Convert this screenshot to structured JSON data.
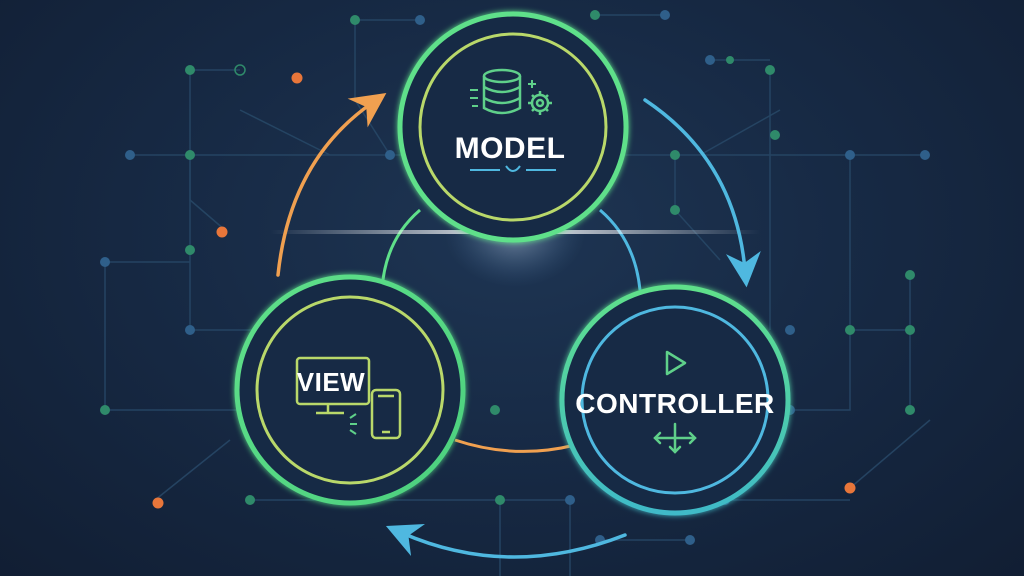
{
  "diagram": {
    "nodes": {
      "model": {
        "label": "MODEL"
      },
      "view": {
        "label": "VIEW"
      },
      "controller": {
        "label": "CONTROLLER"
      }
    }
  },
  "colors": {
    "ring_green": "#5fe08a",
    "ring_yellow_green": "#b9d86a",
    "ring_blue": "#4fb8e0",
    "arrow_orange": "#f0a050",
    "arrow_blue": "#4fb8e0",
    "node_orange": "#e8763a",
    "node_teal": "#2f8a6a",
    "node_blue": "#2f5f8a",
    "circuit_line": "#2a4a6a",
    "label": "#ffffff"
  },
  "icons": {
    "model": [
      "database-icon",
      "gear-icon"
    ],
    "view": [
      "monitor-icon",
      "smartphone-icon"
    ],
    "controller": [
      "play-icon",
      "move-arrows-icon"
    ]
  }
}
